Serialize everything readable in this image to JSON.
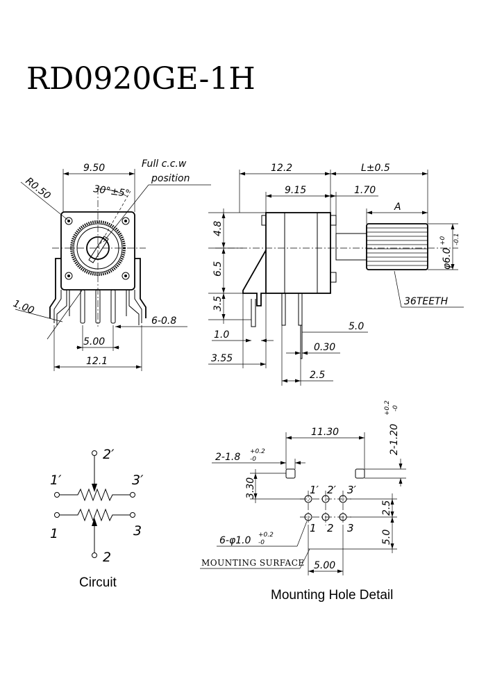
{
  "title": "RD0920GE-1H",
  "front_view": {
    "width_top": "9.50",
    "radius": "R0.50",
    "angle": "30°±5°",
    "note_line1": "Full c.c.w",
    "note_line2": "position",
    "bracket": "1.00",
    "pin_spacing": "5.00",
    "overall_width": "12.1",
    "pin_count_dim": "6-0.8"
  },
  "side_view": {
    "body_length": "12.2",
    "shaft_length": "L±0.5",
    "body_inner": "9.15",
    "shoulder": "1.70",
    "knurl": "A",
    "height_top": "4.8",
    "height_mid": "6.5",
    "height_bottom": "3.5",
    "shaft_dia_main": "φ6.0",
    "shaft_dia_tol_plus": "+0",
    "shaft_dia_tol_minus": "-0.1",
    "teeth": "36TEETH",
    "lead_thickness": "1.0",
    "pin_len": "5.0",
    "pin_thick": "0.30",
    "bracket_depth": "3.55",
    "pin_offset": "2.5"
  },
  "circuit": {
    "pins_top": [
      "2′",
      "1′",
      "3′"
    ],
    "pins_bottom": [
      "1",
      "3",
      "2"
    ],
    "caption": "Circuit"
  },
  "mounting": {
    "span": "11.30",
    "slot_main": "2-1.8",
    "slot_tol_plus": "+0.2",
    "slot_tol_minus": "-0",
    "slot_w_main": "2-1.20",
    "slot_w_tol_plus": "+0.2",
    "slot_w_tol_minus": "-0",
    "offset_y": "3.30",
    "row_gap": "2.5",
    "pin_pitch_v": "5.0",
    "hole_main": "6-φ1.0",
    "hole_tol_plus": "+0.2",
    "hole_tol_minus": "-0",
    "pin_pitch_h": "5.00",
    "surface_label": "MOUNTING SURFACE",
    "top_labels": [
      "1′",
      "2′",
      "3′"
    ],
    "bottom_labels": [
      "1",
      "2",
      "3"
    ],
    "caption": "Mounting Hole Detail"
  }
}
